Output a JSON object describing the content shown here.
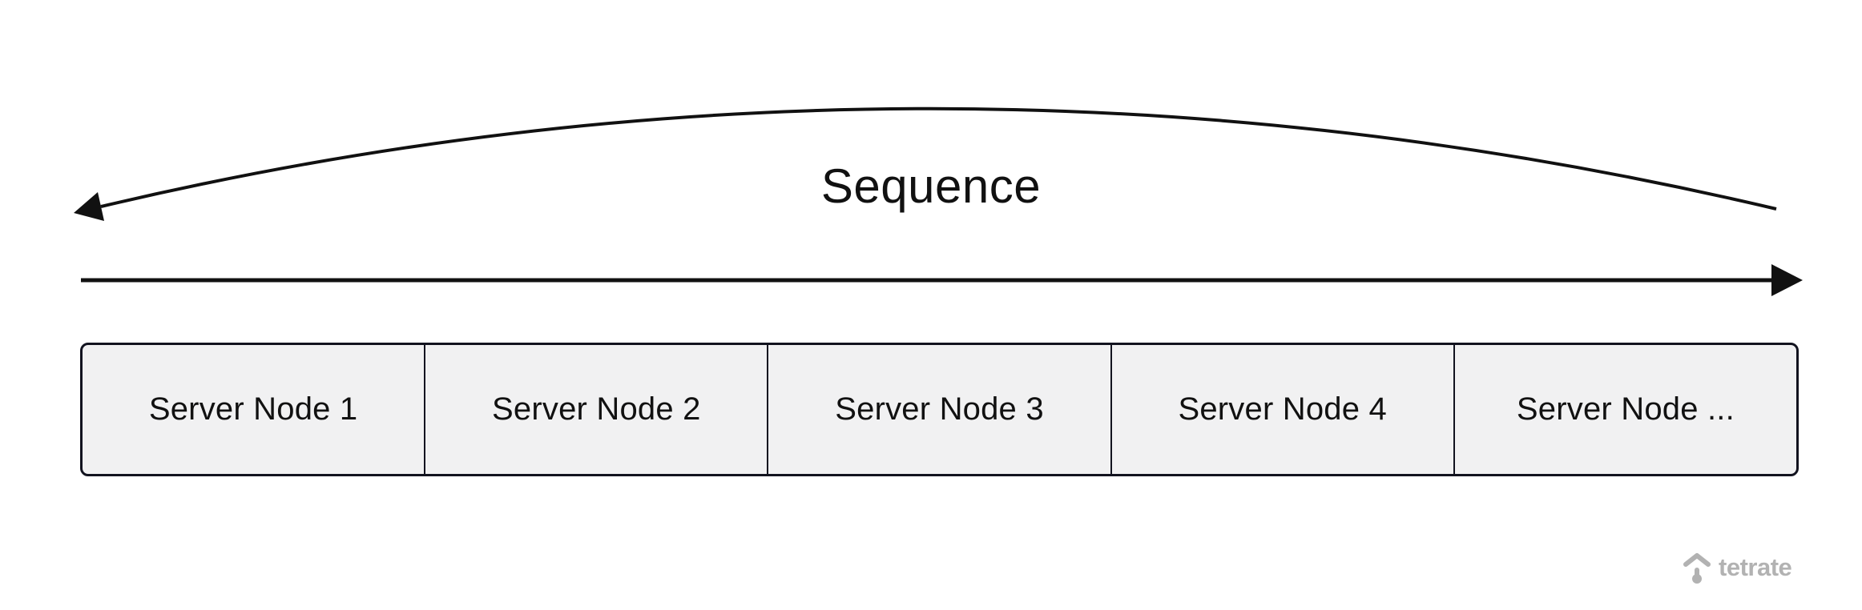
{
  "diagram": {
    "sequence_label": "Sequence",
    "nodes": [
      {
        "label": "Server Node 1"
      },
      {
        "label": "Server Node 2"
      },
      {
        "label": "Server Node 3"
      },
      {
        "label": "Server Node 4"
      },
      {
        "label": "Server Node ..."
      }
    ],
    "icons": {
      "sequence_arc": "curved-left-arrow-icon",
      "sequence_arrow": "right-arrow-icon",
      "logo_mark": "tetrate-caret-pin-icon"
    },
    "colors": {
      "arrow": "#111111",
      "node_fill": "#f1f1f2",
      "node_border": "#12131f",
      "text": "#111111",
      "logo_gray": "#b2b2b2",
      "bg": "#ffffff"
    }
  },
  "branding": {
    "logo_text": "tetrate"
  }
}
